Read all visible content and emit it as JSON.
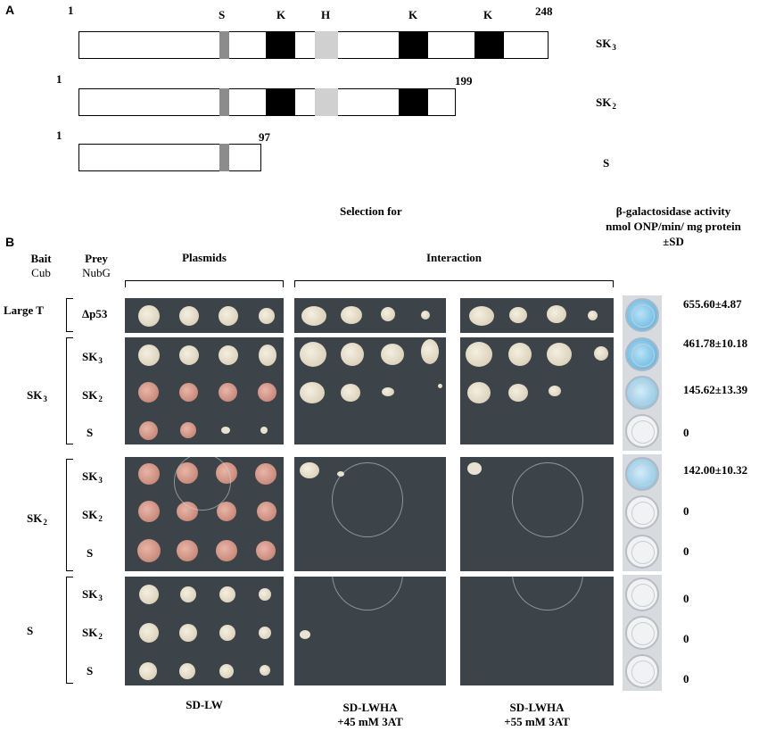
{
  "panel_a": {
    "label": "A",
    "top_labels": {
      "start": "1",
      "s": "S",
      "k1": "K",
      "h": "H",
      "k2": "K",
      "k3": "K",
      "end": "248"
    },
    "rows": [
      {
        "name": "SK",
        "sub": "3",
        "start": "1",
        "end": "248"
      },
      {
        "name": "SK",
        "sub": "2",
        "start": "1",
        "end": "199"
      },
      {
        "name": "S",
        "sub": "",
        "start": "1",
        "end": "97"
      }
    ],
    "colors": {
      "s_box": "#8c8c8c",
      "k_box": "#000000",
      "h_box": "#d0d0d0"
    }
  },
  "panel_b": {
    "label": "B",
    "selection_for": "Selection for",
    "beta_gal": {
      "line1": "β-galactosidase activity",
      "line2": "nmol ONP/min/ mg protein",
      "line3": "±SD"
    },
    "bait_header": {
      "l1": "Bait",
      "l2": "Cub"
    },
    "prey_header": {
      "l1": "Prey",
      "l2": "NubG"
    },
    "plasmids": "Plasmids",
    "interaction": "Interaction",
    "media": [
      {
        "l1": "SD-LW",
        "l2": ""
      },
      {
        "l1": "SD-LWHA",
        "l2": "+45 mM 3AT"
      },
      {
        "l1": "SD-LWHA",
        "l2": "+55 mM 3AT"
      }
    ],
    "groups": [
      {
        "bait": "Large T",
        "bait_sub": "",
        "rows": [
          {
            "prey": "Δp53",
            "prey_sub": "",
            "value": "655.60±4.87",
            "well": "blue"
          }
        ]
      },
      {
        "bait": "SK",
        "bait_sub": "3",
        "rows": [
          {
            "prey": "SK",
            "prey_sub": "3",
            "value": "461.78±10.18",
            "well": "blue"
          },
          {
            "prey": "SK",
            "prey_sub": "2",
            "value": "145.62±13.39",
            "well": "lightblue"
          },
          {
            "prey": "S",
            "prey_sub": "",
            "value": "0",
            "well": "white"
          }
        ]
      },
      {
        "bait": "SK",
        "bait_sub": "2",
        "rows": [
          {
            "prey": "SK",
            "prey_sub": "3",
            "value": "142.00±10.32",
            "well": "lightblue"
          },
          {
            "prey": "SK",
            "prey_sub": "2",
            "value": "0",
            "well": "white"
          },
          {
            "prey": "S",
            "prey_sub": "",
            "value": "0",
            "well": "white"
          }
        ]
      },
      {
        "bait": "S",
        "bait_sub": "",
        "rows": [
          {
            "prey": "SK",
            "prey_sub": "3",
            "value": "0",
            "well": "white"
          },
          {
            "prey": "SK",
            "prey_sub": "2",
            "value": "0",
            "well": "white"
          },
          {
            "prey": "S",
            "prey_sub": "",
            "value": "0",
            "well": "white"
          }
        ]
      }
    ]
  }
}
